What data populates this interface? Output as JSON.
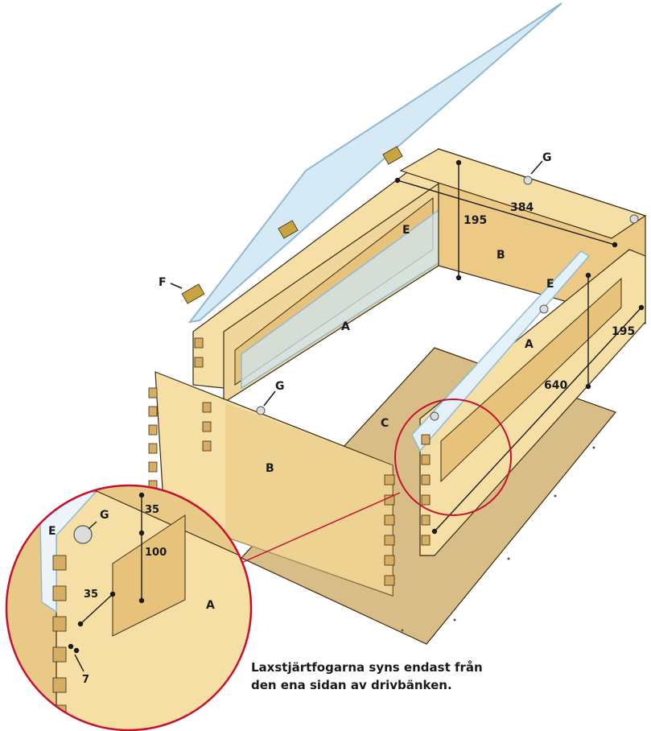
{
  "labels": {
    "board_a_back": "A",
    "board_a_front": "A",
    "board_a_detail": "A",
    "board_b_back": "B",
    "board_b_front": "B",
    "board_c": "C",
    "part_e_back": "E",
    "part_e_right": "E",
    "part_e_detail": "E",
    "part_f": "F",
    "part_g_back": "G",
    "part_g_front": "G",
    "part_g_detail": "G"
  },
  "dimensions": {
    "width": "384",
    "height_back": "195",
    "height_side": "195",
    "length": "640",
    "detail_top": "35",
    "detail_window": "100",
    "detail_side": "35",
    "detail_offset": "7"
  },
  "caption": {
    "line1": "Laxstjärtfogarna syns endast från",
    "line2": "den ena sidan av drivbänken."
  },
  "colors": {
    "wood_light": "#f6dfa4",
    "wood_mid": "#ecc985",
    "wood_dark": "#d7ad63",
    "base_board": "#d9bd86",
    "glass": "#cfe6f3",
    "glass_edge": "#8fb9d2",
    "outline": "#3a2a14",
    "callout": "#c8102e",
    "hinge": "#c8a440"
  }
}
